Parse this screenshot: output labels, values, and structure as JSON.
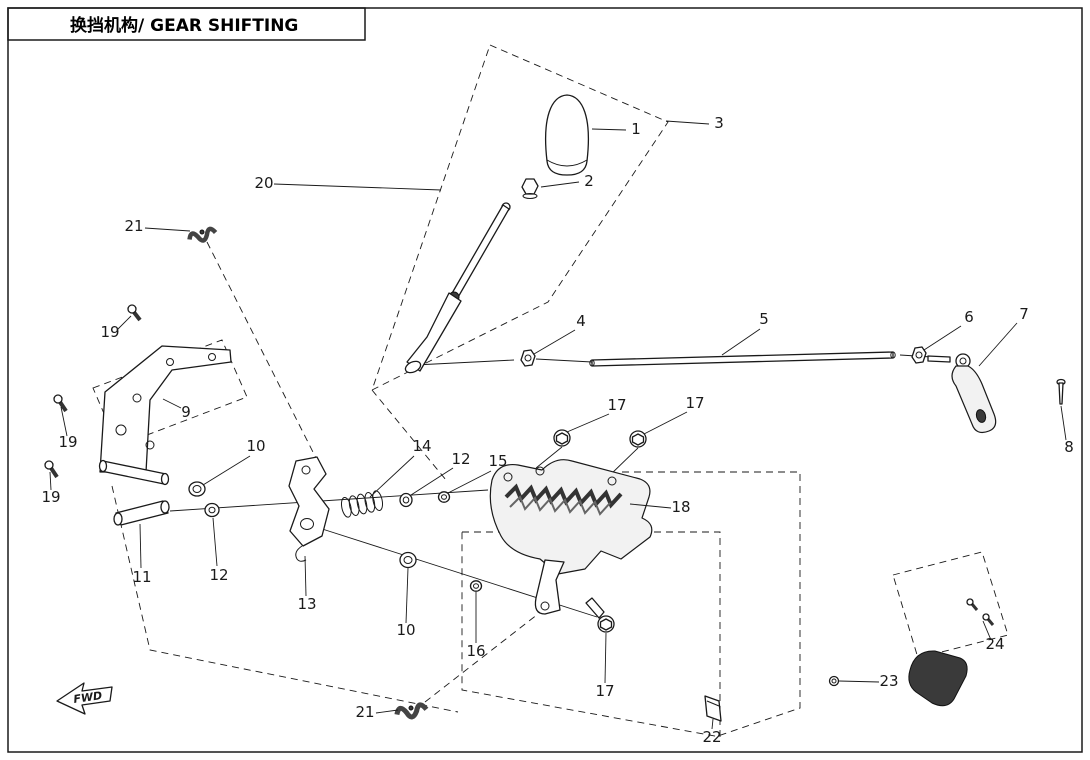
{
  "title": "换挡机构/ GEAR SHIFTING",
  "fwd_label": "FWD",
  "colors": {
    "ink": "#1a1a1a",
    "paper": "#ffffff",
    "metal_dark": "#3a3a3a"
  },
  "callouts": [
    "1",
    "2",
    "3",
    "4",
    "5",
    "6",
    "7",
    "8",
    "9",
    "10",
    "10",
    "11",
    "12",
    "12",
    "13",
    "14",
    "15",
    "16",
    "17",
    "17",
    "17",
    "18",
    "19",
    "19",
    "19",
    "20",
    "21",
    "21",
    "22",
    "23",
    "24"
  ]
}
